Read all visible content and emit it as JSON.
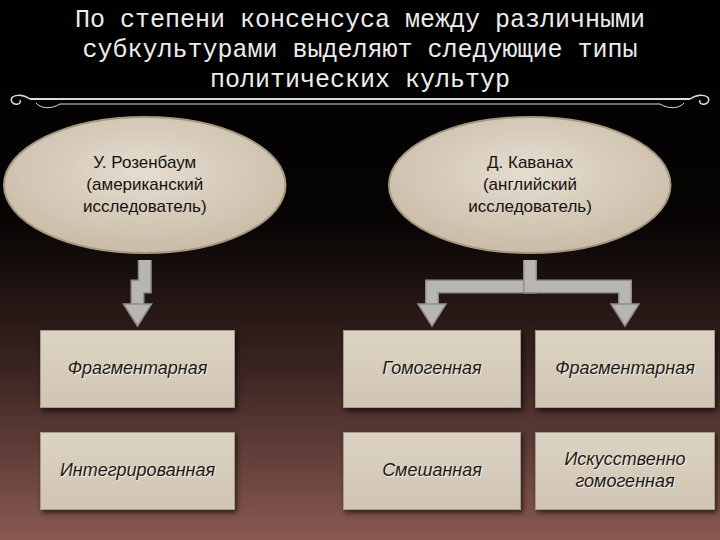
{
  "diagram": {
    "title": "По степени консенсуса между различными субкультурами выделяют следующие типы политических культур",
    "nodes": [
      {
        "text": [
          "У. Розенбаум",
          "(американский исследователь)"
        ]
      },
      {
        "text": [
          "Д. Каванах",
          "(английский исследователь)"
        ]
      },
      {
        "text": [
          "Фрагментарная"
        ]
      },
      {
        "text": [
          "Гомогенная"
        ]
      },
      {
        "text": [
          "Фрагментарная"
        ]
      },
      {
        "text": [
          "Интегрированная"
        ]
      },
      {
        "text": [
          "Смешанная"
        ]
      },
      {
        "text": [
          "Искусственно гомогенная"
        ]
      }
    ],
    "edges": [
      {
        "from": 0,
        "to": 2,
        "arrow": "to"
      },
      {
        "from": 1,
        "to": 3,
        "arrow": "to"
      },
      {
        "from": 1,
        "to": 4,
        "arrow": "to"
      }
    ]
  }
}
